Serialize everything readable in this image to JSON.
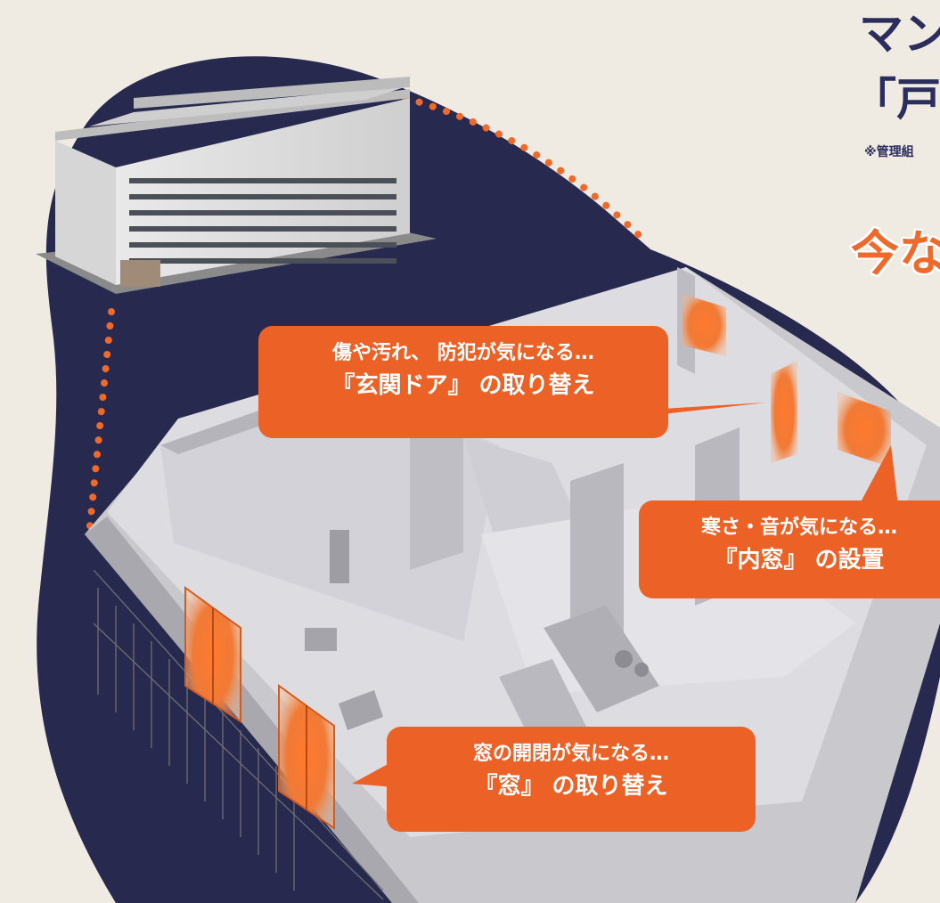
{
  "heading": {
    "line1": "マン",
    "line2": "「戸",
    "note": "※管理組",
    "cta": "今な"
  },
  "callouts": {
    "door": {
      "line1": "傷や汚れ、 防犯が気になる…",
      "line2": "『玄関ドア』 の取り替え"
    },
    "inner_window": {
      "line1": "寒さ・音が気になる…",
      "line2": "『内窓』 の設置"
    },
    "window": {
      "line1": "窓の開閉が気になる…",
      "line2": "『窓』 の取り替え"
    }
  },
  "colors": {
    "navy": "#27294f",
    "orange": "#ec6126",
    "background": "#efebe3",
    "window_glow": "#f08a48"
  }
}
